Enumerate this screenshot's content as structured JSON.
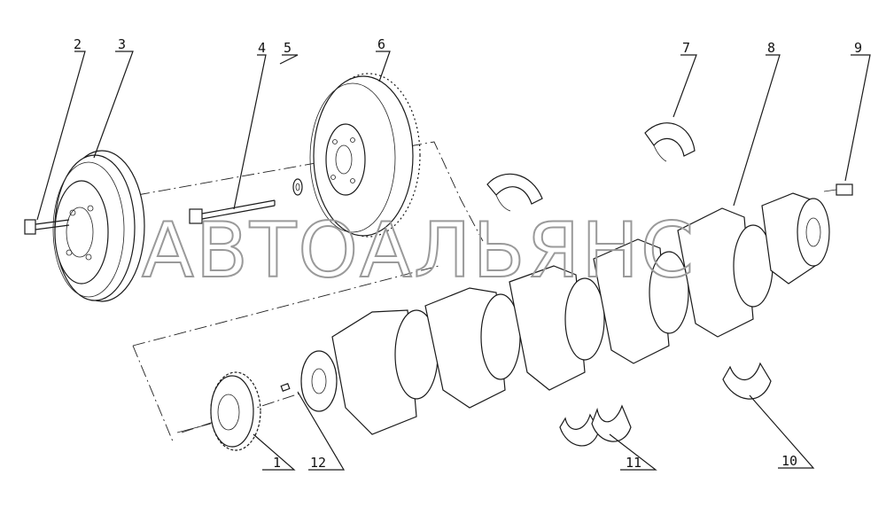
{
  "watermark": "АВТОАЛЬЯНС",
  "callouts": {
    "c1": "1",
    "c2": "2",
    "c3": "3",
    "c4": "4",
    "c5": "5",
    "c6": "6",
    "c7": "7",
    "c8": "8",
    "c9": "9",
    "c10": "10",
    "c11": "11",
    "c12": "12"
  }
}
